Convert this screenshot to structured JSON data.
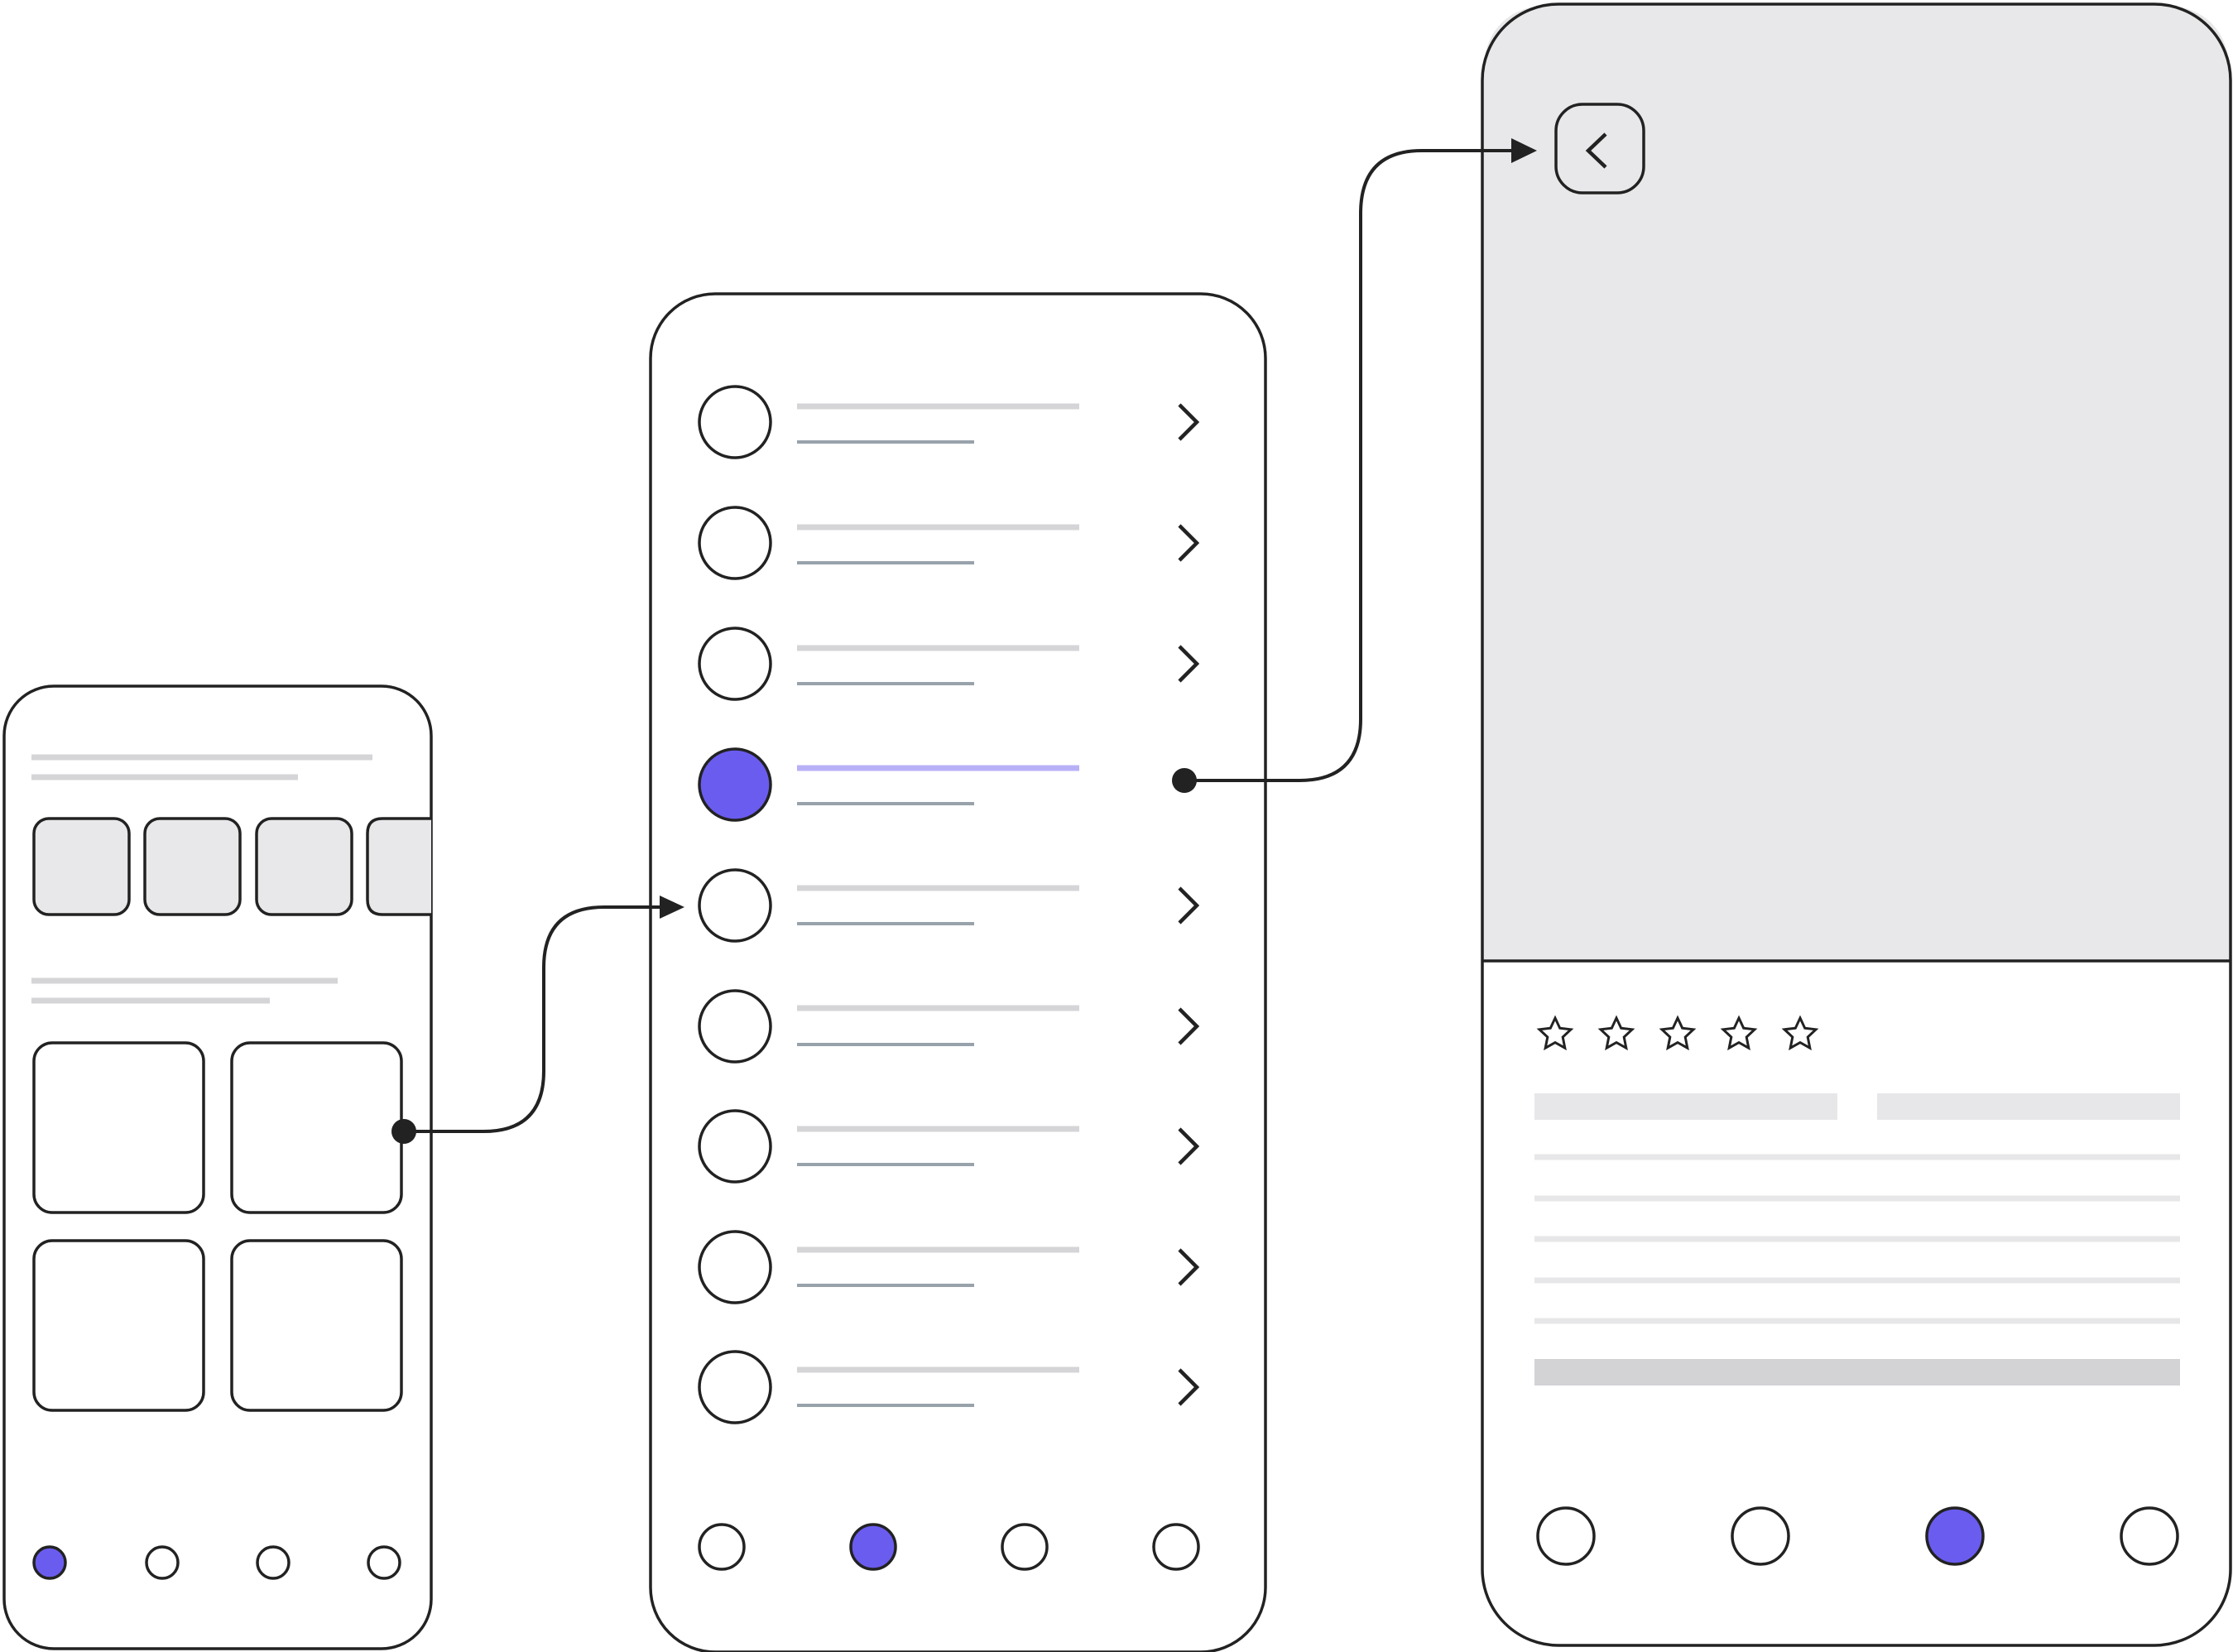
{
  "colors": {
    "stroke": "#222222",
    "accent": "#6b5cf0",
    "accent_light": "#b8b0f7",
    "placeholder_light": "#d5d5d8",
    "placeholder_mid": "#98a2ab",
    "panel_fill": "#e8e8ea",
    "line_faint": "#e7e7e9",
    "bar_mid": "#d3d3d6",
    "background": "#ffffff"
  },
  "screens": {
    "home": {
      "bottom_nav": {
        "count": 4,
        "active_index": 0
      },
      "carousel_count": 4,
      "grid_count": 4
    },
    "list": {
      "item_count": 9,
      "selected_index": 3,
      "bottom_nav": {
        "count": 4,
        "active_index": 1
      }
    },
    "detail": {
      "back_icon": "chevron-left-icon",
      "rating": {
        "max": 5,
        "filled": 0
      },
      "bottom_nav": {
        "count": 4,
        "active_index": 2
      }
    }
  },
  "flows": [
    {
      "from": "home-grid-card-2",
      "to": "list-item-5"
    },
    {
      "from": "list-item-4",
      "to": "detail-back-button"
    }
  ]
}
